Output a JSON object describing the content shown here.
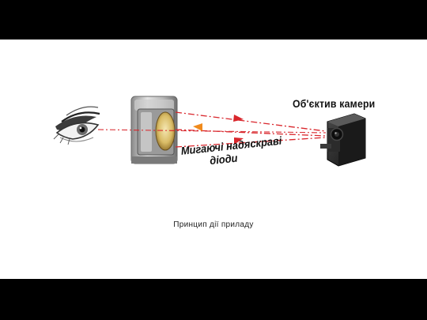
{
  "labels": {
    "camera_lens": "Об'єктив камери",
    "blinking_leds_line1": "Мигаючі надяскраві",
    "blinking_leds_line2": "діоди"
  },
  "caption": "Принцип дії приладу",
  "colors": {
    "beam_red": "#d9262c",
    "beam_orange": "#f08a1c",
    "letterbox": "#000000",
    "background": "#ffffff"
  },
  "icons": {
    "eye": "eye-icon",
    "detector": "detector-device-icon",
    "camera": "camera-icon"
  }
}
